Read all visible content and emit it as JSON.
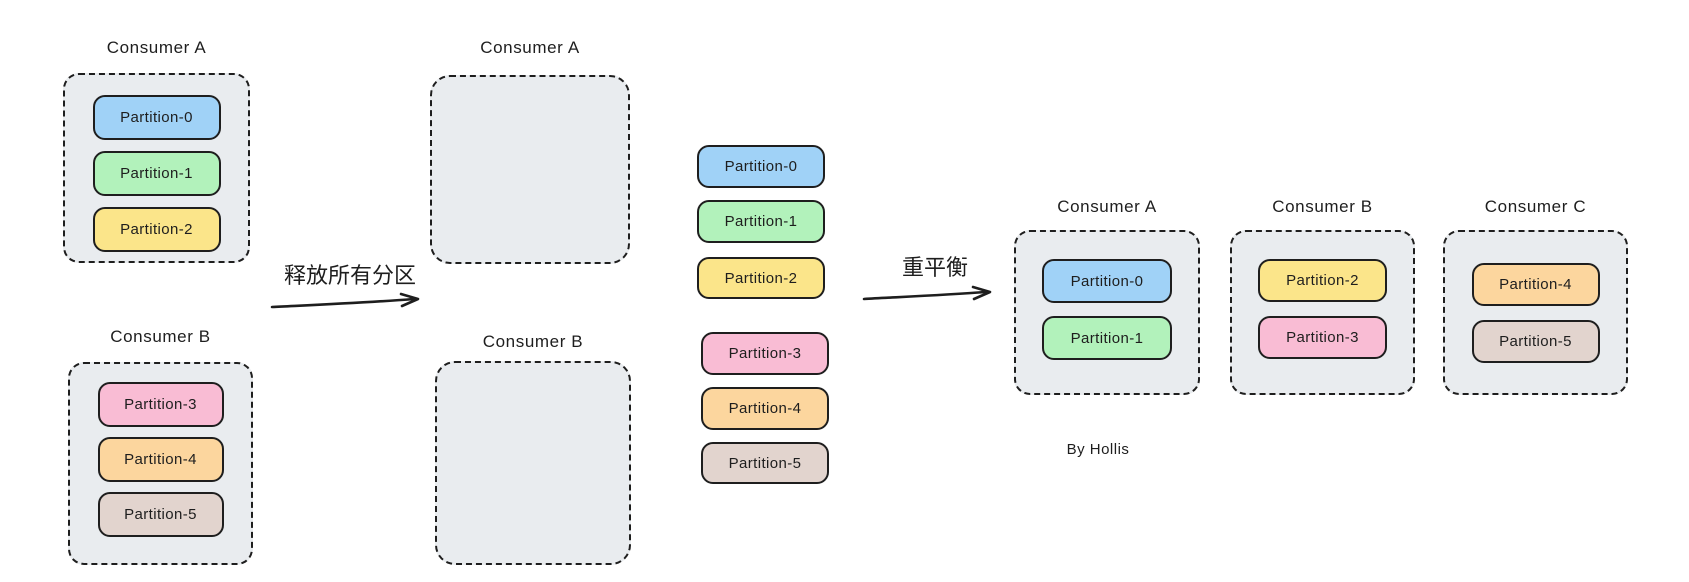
{
  "diagram": {
    "stage_before": {
      "consumer_a": {
        "title": "Consumer A",
        "partitions": [
          {
            "label": "Partition-0",
            "color": "#a0d2f7"
          },
          {
            "label": "Partition-1",
            "color": "#b2f2bb"
          },
          {
            "label": "Partition-2",
            "color": "#fbe58a"
          }
        ]
      },
      "consumer_b": {
        "title": "Consumer B",
        "partitions": [
          {
            "label": "Partition-3",
            "color": "#f9bcd4"
          },
          {
            "label": "Partition-4",
            "color": "#fcd69e"
          },
          {
            "label": "Partition-5",
            "color": "#e2d4ce"
          }
        ]
      }
    },
    "stage_released": {
      "consumer_a": {
        "title": "Consumer A"
      },
      "consumer_b": {
        "title": "Consumer B"
      },
      "floating_partitions": [
        {
          "label": "Partition-0",
          "color": "#a0d2f7"
        },
        {
          "label": "Partition-1",
          "color": "#b2f2bb"
        },
        {
          "label": "Partition-2",
          "color": "#fbe58a"
        },
        {
          "label": "Partition-3",
          "color": "#f9bcd4"
        },
        {
          "label": "Partition-4",
          "color": "#fcd69e"
        },
        {
          "label": "Partition-5",
          "color": "#e2d4ce"
        }
      ]
    },
    "stage_after": {
      "consumer_a": {
        "title": "Consumer A",
        "partitions": [
          {
            "label": "Partition-0",
            "color": "#a0d2f7"
          },
          {
            "label": "Partition-1",
            "color": "#b2f2bb"
          }
        ]
      },
      "consumer_b": {
        "title": "Consumer B",
        "partitions": [
          {
            "label": "Partition-2",
            "color": "#fbe58a"
          },
          {
            "label": "Partition-3",
            "color": "#f9bcd4"
          }
        ]
      },
      "consumer_c": {
        "title": "Consumer C",
        "partitions": [
          {
            "label": "Partition-4",
            "color": "#fcd69e"
          },
          {
            "label": "Partition-5",
            "color": "#e2d4ce"
          }
        ]
      }
    },
    "arrows": [
      {
        "label": "释放所有分区"
      },
      {
        "label": "重平衡"
      }
    ],
    "credit": "By Hollis",
    "palette": {
      "consumer_box_fill": "#e9ecef",
      "stroke": "#1e1e1e",
      "background": "#ffffff"
    }
  }
}
